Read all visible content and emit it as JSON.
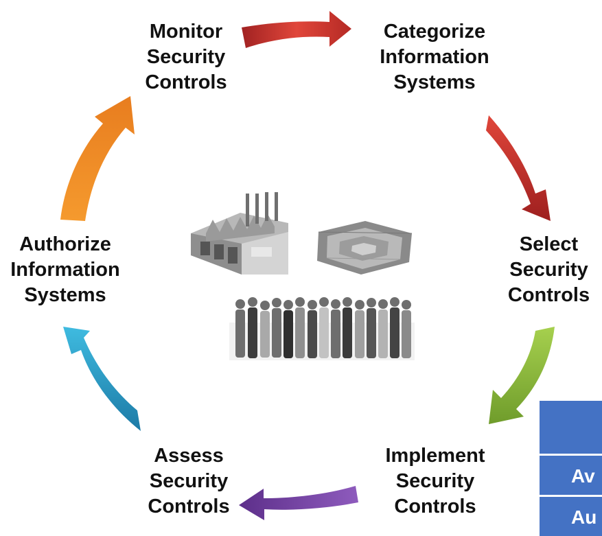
{
  "steps": [
    {
      "id": "monitor",
      "lines": [
        "Monitor",
        "Security",
        "Controls"
      ]
    },
    {
      "id": "categorize",
      "lines": [
        "Categorize",
        "Information",
        "Systems"
      ]
    },
    {
      "id": "select",
      "lines": [
        "Select",
        "Security",
        "Controls"
      ]
    },
    {
      "id": "implement",
      "lines": [
        "Implement",
        "Security",
        "Controls"
      ]
    },
    {
      "id": "assess",
      "lines": [
        "Assess",
        "Security",
        "Controls"
      ]
    },
    {
      "id": "authorize",
      "lines": [
        "Authorize",
        "Information",
        "Systems"
      ]
    }
  ],
  "arrows": [
    {
      "from": "monitor",
      "to": "categorize",
      "color": "#c0392b"
    },
    {
      "from": "categorize",
      "to": "select",
      "color": "#c0392b"
    },
    {
      "from": "select",
      "to": "implement",
      "color": "#8cbf3f"
    },
    {
      "from": "implement",
      "to": "assess",
      "color": "#7b4aa6"
    },
    {
      "from": "assess",
      "to": "authorize",
      "color": "#2fa9cf"
    },
    {
      "from": "authorize",
      "to": "monitor",
      "color": "#f0922b"
    }
  ],
  "center_images": [
    "factory",
    "pentagon",
    "people"
  ],
  "corner_table": {
    "accent": "#4472c4",
    "rows": [
      "",
      "Av",
      "Au"
    ]
  }
}
